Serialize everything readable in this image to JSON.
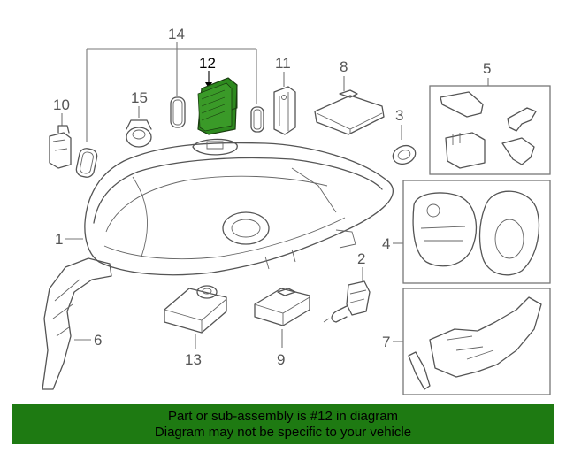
{
  "diagram": {
    "highlight_color": "#1e7a12",
    "highlighted_part": "12",
    "callouts": {
      "c1": "1",
      "c2": "2",
      "c3": "3",
      "c4": "4",
      "c5": "5",
      "c6": "6",
      "c7": "7",
      "c8": "8",
      "c9": "9",
      "c10": "10",
      "c11": "11",
      "c12": "12",
      "c13": "13",
      "c14": "14",
      "c15": "15"
    }
  },
  "banner": {
    "line1": "Part or sub-assembly is #12 in diagram",
    "line2": "Diagram may not be specific to your vehicle",
    "background": "#1e7a12"
  }
}
